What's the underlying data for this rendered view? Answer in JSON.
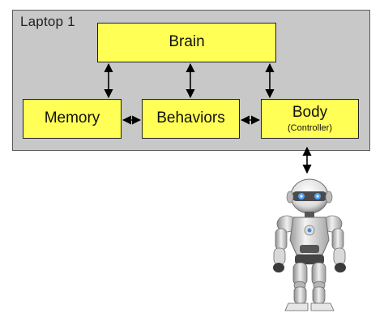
{
  "laptop": {
    "label": "Laptop 1"
  },
  "boxes": {
    "brain": "Brain",
    "memory": "Memory",
    "behaviors": "Behaviors",
    "body": "Body",
    "body_sub": "(Controller)"
  },
  "colors": {
    "box_fill": "#ffff55",
    "laptop_fill": "#c8c8c8",
    "arrow": "#000000"
  },
  "icons": {
    "robot": "humanoid-robot-icon"
  }
}
